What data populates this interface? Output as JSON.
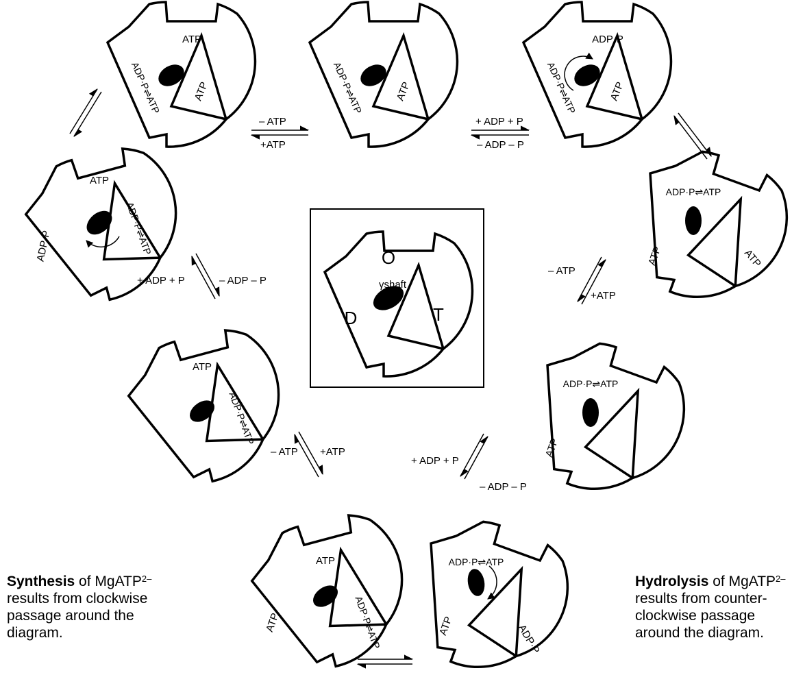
{
  "center_key": {
    "open_site": "O",
    "tight_site": "T",
    "loose_site": "D",
    "shaft_label": "γshaft"
  },
  "labels": {
    "atp": "ATP",
    "adp_p": "ADP·P",
    "adp_p_eq_atp": "ADP·P⇌ATP"
  },
  "arrow_labels": {
    "minus_atp": "– ATP",
    "plus_atp": "+ATP",
    "plus_adp_p": "+ ADP + P",
    "minus_adp_p": "– ADP – P"
  },
  "captions": {
    "left": {
      "bold": "Synthesis",
      "text_1": " of MgATP",
      "superscript": "2–",
      "line_2": "results from clockwise",
      "line_3": "passage around the",
      "line_4": "diagram."
    },
    "right": {
      "bold": "Hydrolysis",
      "text_1": " of MgATP",
      "superscript": "2–",
      "line_2": "results from counter-",
      "line_3": "clockwise passage",
      "line_4": "around the diagram."
    }
  }
}
